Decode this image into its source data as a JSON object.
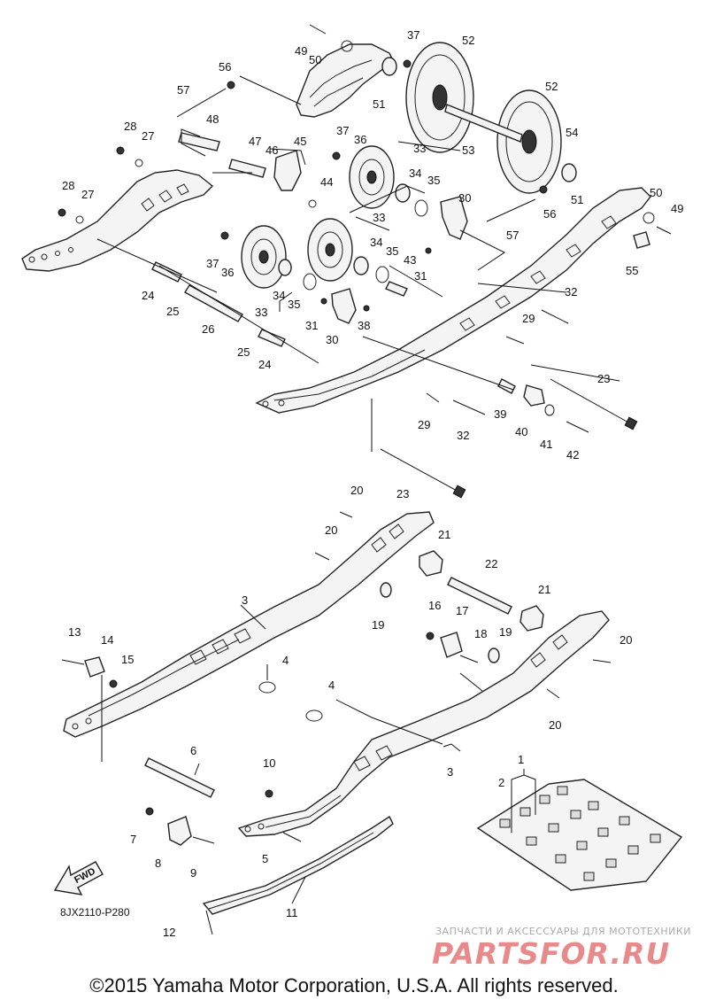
{
  "parts": [
    {
      "id": "p1",
      "label": "1"
    },
    {
      "id": "p2",
      "label": "2"
    },
    {
      "id": "p3a",
      "label": "3"
    },
    {
      "id": "p3b",
      "label": "3"
    },
    {
      "id": "p4a",
      "label": "4"
    },
    {
      "id": "p4b",
      "label": "4"
    },
    {
      "id": "p5",
      "label": "5"
    },
    {
      "id": "p6",
      "label": "6"
    },
    {
      "id": "p7",
      "label": "7"
    },
    {
      "id": "p8",
      "label": "8"
    },
    {
      "id": "p9",
      "label": "9"
    },
    {
      "id": "p10",
      "label": "10"
    },
    {
      "id": "p11",
      "label": "11"
    },
    {
      "id": "p12",
      "label": "12"
    },
    {
      "id": "p13",
      "label": "13"
    },
    {
      "id": "p14",
      "label": "14"
    },
    {
      "id": "p15",
      "label": "15"
    },
    {
      "id": "p16",
      "label": "16"
    },
    {
      "id": "p17",
      "label": "17"
    },
    {
      "id": "p18",
      "label": "18"
    },
    {
      "id": "p19a",
      "label": "19"
    },
    {
      "id": "p19b",
      "label": "19"
    },
    {
      "id": "p20a",
      "label": "20"
    },
    {
      "id": "p20b",
      "label": "20"
    },
    {
      "id": "p20c",
      "label": "20"
    },
    {
      "id": "p20d",
      "label": "20"
    },
    {
      "id": "p21a",
      "label": "21"
    },
    {
      "id": "p21b",
      "label": "21"
    },
    {
      "id": "p22",
      "label": "22"
    },
    {
      "id": "p23a",
      "label": "23"
    },
    {
      "id": "p23b",
      "label": "23"
    },
    {
      "id": "p24a",
      "label": "24"
    },
    {
      "id": "p24b",
      "label": "24"
    },
    {
      "id": "p25a",
      "label": "25"
    },
    {
      "id": "p25b",
      "label": "25"
    },
    {
      "id": "p26",
      "label": "26"
    },
    {
      "id": "p27a",
      "label": "27"
    },
    {
      "id": "p27b",
      "label": "27"
    },
    {
      "id": "p28a",
      "label": "28"
    },
    {
      "id": "p28b",
      "label": "28"
    },
    {
      "id": "p29a",
      "label": "29"
    },
    {
      "id": "p29b",
      "label": "29"
    },
    {
      "id": "p30a",
      "label": "30"
    },
    {
      "id": "p30b",
      "label": "30"
    },
    {
      "id": "p31a",
      "label": "31"
    },
    {
      "id": "p31b",
      "label": "31"
    },
    {
      "id": "p32a",
      "label": "32"
    },
    {
      "id": "p32b",
      "label": "32"
    },
    {
      "id": "p33a",
      "label": "33"
    },
    {
      "id": "p33b",
      "label": "33"
    },
    {
      "id": "p33c",
      "label": "33"
    },
    {
      "id": "p34a",
      "label": "34"
    },
    {
      "id": "p34b",
      "label": "34"
    },
    {
      "id": "p34c",
      "label": "34"
    },
    {
      "id": "p35a",
      "label": "35"
    },
    {
      "id": "p35b",
      "label": "35"
    },
    {
      "id": "p35c",
      "label": "35"
    },
    {
      "id": "p36a",
      "label": "36"
    },
    {
      "id": "p36b",
      "label": "36"
    },
    {
      "id": "p37a",
      "label": "37"
    },
    {
      "id": "p37b",
      "label": "37"
    },
    {
      "id": "p37c",
      "label": "37"
    },
    {
      "id": "p38",
      "label": "38"
    },
    {
      "id": "p39",
      "label": "39"
    },
    {
      "id": "p40",
      "label": "40"
    },
    {
      "id": "p41",
      "label": "41"
    },
    {
      "id": "p42",
      "label": "42"
    },
    {
      "id": "p43",
      "label": "43"
    },
    {
      "id": "p44",
      "label": "44"
    },
    {
      "id": "p45",
      "label": "45"
    },
    {
      "id": "p46",
      "label": "46"
    },
    {
      "id": "p47",
      "label": "47"
    },
    {
      "id": "p48",
      "label": "48"
    },
    {
      "id": "p49a",
      "label": "49"
    },
    {
      "id": "p49b",
      "label": "49"
    },
    {
      "id": "p50a",
      "label": "50"
    },
    {
      "id": "p50b",
      "label": "50"
    },
    {
      "id": "p51a",
      "label": "51"
    },
    {
      "id": "p51b",
      "label": "51"
    },
    {
      "id": "p52a",
      "label": "52"
    },
    {
      "id": "p52b",
      "label": "52"
    },
    {
      "id": "p53",
      "label": "53"
    },
    {
      "id": "p54",
      "label": "54"
    },
    {
      "id": "p55",
      "label": "55"
    },
    {
      "id": "p56a",
      "label": "56"
    },
    {
      "id": "p56b",
      "label": "56"
    },
    {
      "id": "p57a",
      "label": "57"
    },
    {
      "id": "p57b",
      "label": "57"
    }
  ],
  "diagram_code": "8JX2110-P280",
  "fwd_label": "FWD",
  "watermark": {
    "tagline": "ЗАПЧАСТИ И АКСЕССУАРЫ ДЛЯ МОТОТЕХНИКИ",
    "brand": "PARTSFOR.RU"
  },
  "copyright": "©2015 Yamaha Motor Corporation, U.S.A. All rights reserved."
}
